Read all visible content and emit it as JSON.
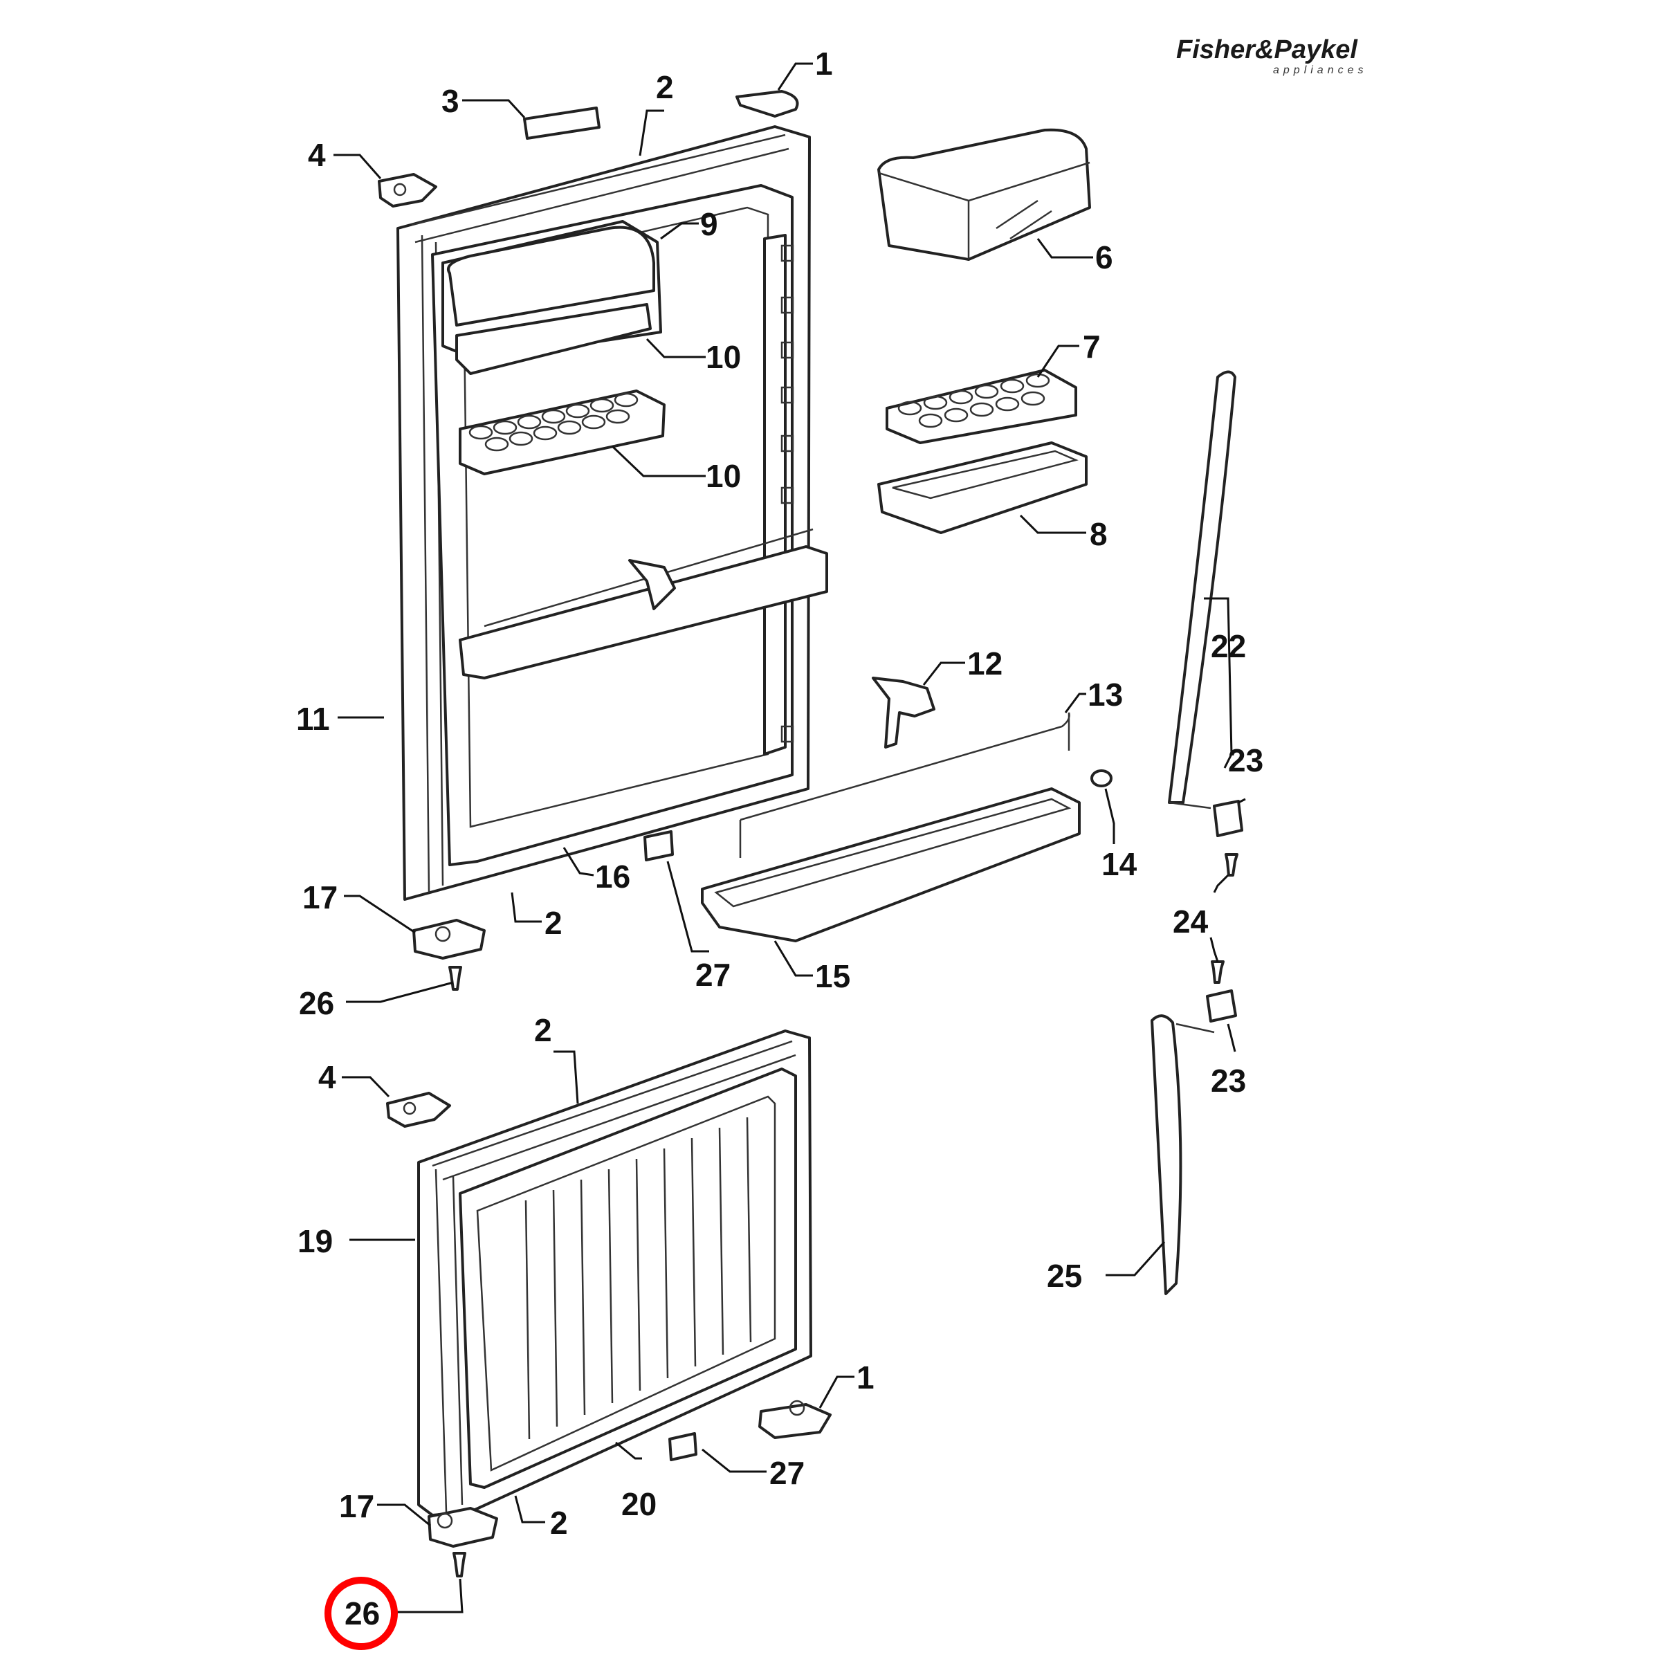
{
  "brand": {
    "name": "Fisher&Paykel",
    "tagline": "appliances"
  },
  "highlight": {
    "part": "26",
    "color": "#ff0000"
  },
  "callouts": {
    "fridge_door": {
      "hinge_cover_top": "1",
      "gasket_top": "2",
      "badge_top": "3",
      "hinge_top_left": "4",
      "dairy_bin": "6",
      "egg_tray_loose": "7",
      "butter_tray_loose": "8",
      "dairy_lid": "9",
      "shelf_upper": "10",
      "shelf_egg": "10",
      "door_outer": "11",
      "bottle_clip": "12",
      "retainer_rod": "13",
      "rod_cap": "14",
      "bottle_bin": "15",
      "inner_liner": "16",
      "hinge_bottom": "17",
      "gasket_bottom": "2",
      "label": "27",
      "screw": "26"
    },
    "handle": {
      "handle_upper": "22",
      "bracket_upper": "23",
      "screw": "24",
      "bracket_lower": "23",
      "handle_lower": "25"
    },
    "freezer_door": {
      "gasket_top": "2",
      "hinge_top_left": "4",
      "door_outer": "19",
      "hinge_cover": "1",
      "liner": "20",
      "label": "27",
      "gasket_bottom": "2",
      "hinge_bottom": "17",
      "screw": "26"
    }
  }
}
